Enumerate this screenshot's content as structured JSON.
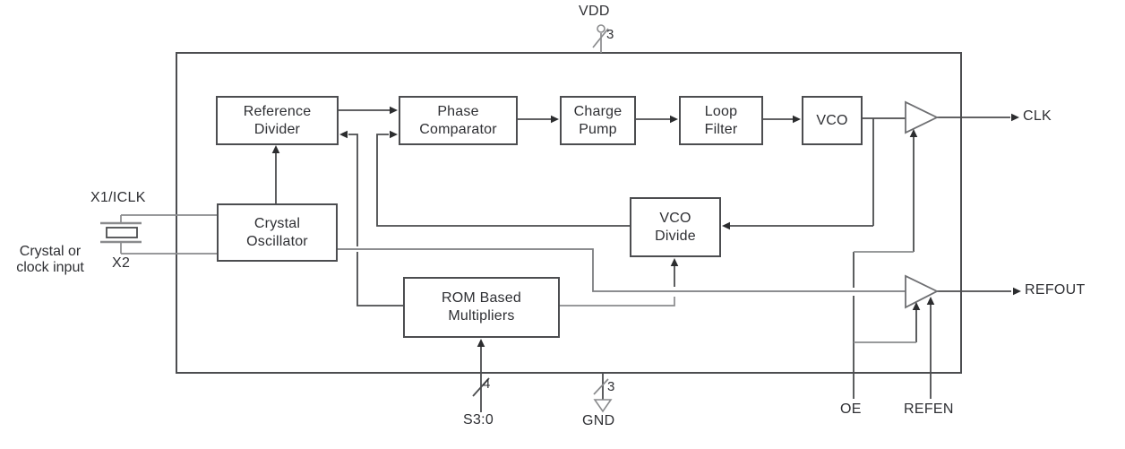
{
  "diagram_type": "functional-block-diagram",
  "blocks": [
    {
      "id": "reference-divider",
      "lines": [
        "Reference",
        "Divider"
      ]
    },
    {
      "id": "phase-comparator",
      "lines": [
        "Phase",
        "Comparator"
      ]
    },
    {
      "id": "charge-pump",
      "lines": [
        "Charge",
        "Pump"
      ]
    },
    {
      "id": "loop-filter",
      "lines": [
        "Loop",
        "Filter"
      ]
    },
    {
      "id": "vco",
      "lines": [
        "VCO"
      ]
    },
    {
      "id": "crystal-oscillator",
      "lines": [
        "Crystal",
        "Oscillator"
      ]
    },
    {
      "id": "vco-divide",
      "lines": [
        "VCO",
        "Divide"
      ]
    },
    {
      "id": "rom-multipliers",
      "lines": [
        "ROM Based",
        "Multipliers"
      ]
    }
  ],
  "pins": {
    "vdd": {
      "label": "VDD",
      "bus_width": "3"
    },
    "gnd": {
      "label": "GND",
      "bus_width": "3"
    },
    "select": {
      "label": "S3:0",
      "bus_width": "4"
    },
    "clk": {
      "label": "CLK"
    },
    "refout": {
      "label": "REFOUT"
    },
    "oe": {
      "label": "OE"
    },
    "refen": {
      "label": "REFEN"
    },
    "x1": {
      "label": "X1/ICLK"
    },
    "x2": {
      "label": "X2"
    }
  },
  "annotations": {
    "input_note_lines": [
      "Crystal or",
      "clock input"
    ]
  },
  "colors": {
    "line_dark": "#4b4c4e",
    "line_gray": "#8a8b8d",
    "text": "#2e2f33",
    "background": "#ffffff"
  }
}
